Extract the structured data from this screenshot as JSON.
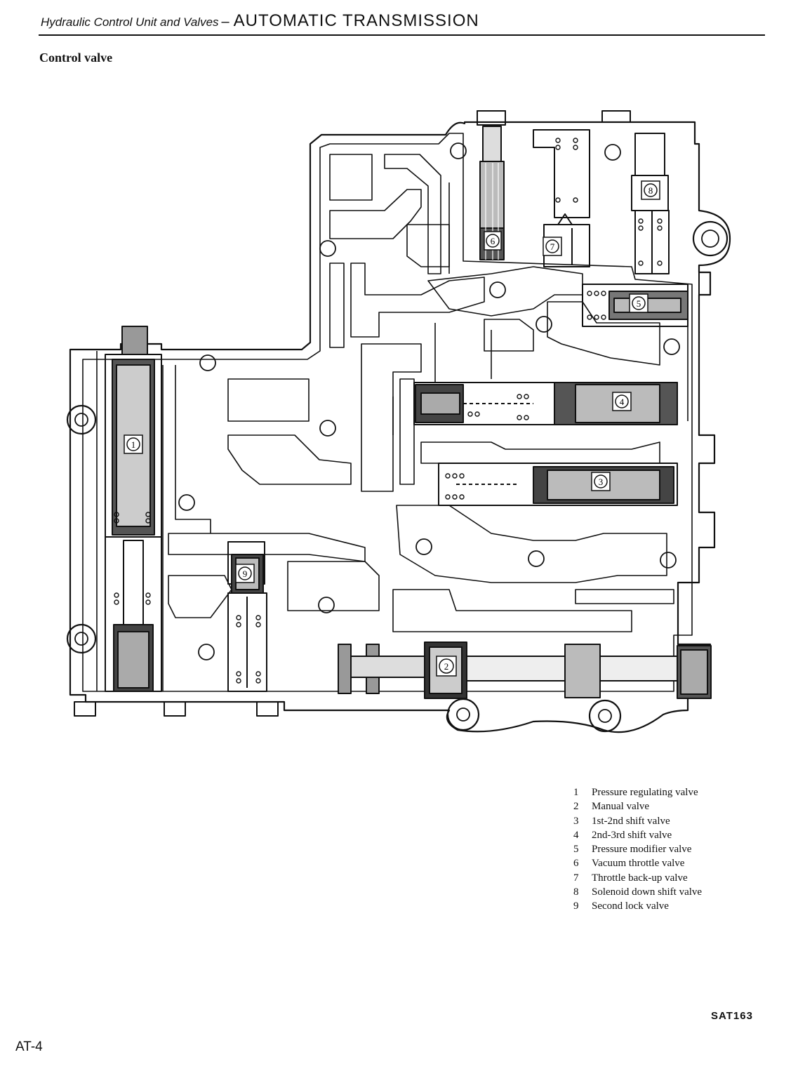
{
  "header": {
    "section": "Hydraulic Control Unit and Valves",
    "separator": "–",
    "chapter": "AUTOMATIC TRANSMISSION"
  },
  "subtitle": "Control valve",
  "callouts": [
    "1",
    "2",
    "3",
    "4",
    "5",
    "6",
    "7",
    "8",
    "9"
  ],
  "legend": [
    {
      "num": "1",
      "label": "Pressure regulating valve"
    },
    {
      "num": "2",
      "label": "Manual valve"
    },
    {
      "num": "3",
      "label": "1st-2nd shift valve"
    },
    {
      "num": "4",
      "label": "2nd-3rd shift valve"
    },
    {
      "num": "5",
      "label": "Pressure modifier valve"
    },
    {
      "num": "6",
      "label": "Vacuum throttle valve"
    },
    {
      "num": "7",
      "label": "Throttle back-up valve"
    },
    {
      "num": "8",
      "label": "Solenoid down shift valve"
    },
    {
      "num": "9",
      "label": "Second lock valve"
    }
  ],
  "figure_id": "SAT163",
  "page_number": "AT-4"
}
